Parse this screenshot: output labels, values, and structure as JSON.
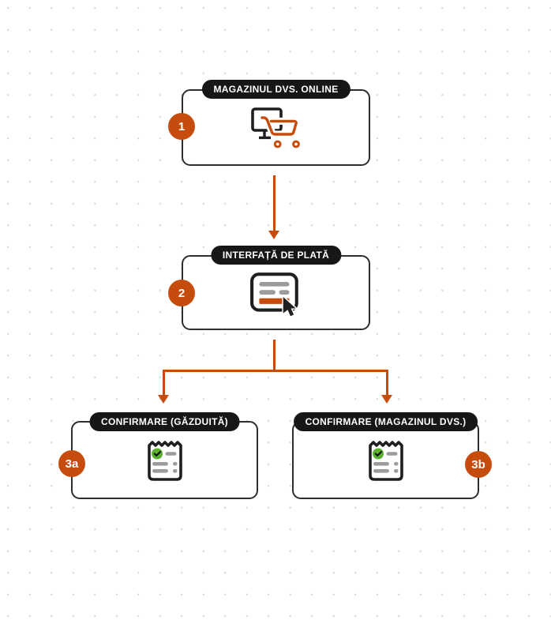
{
  "diagram": {
    "title": "payment-flow-diagram",
    "nodes": [
      {
        "id": "store",
        "badge": "1",
        "label": "MAGAZINUL DVS. ONLINE",
        "icon": "monitor-cart-icon"
      },
      {
        "id": "payment",
        "badge": "2",
        "label": "INTERFAȚĂ DE PLATĂ",
        "icon": "payment-form-cursor-icon"
      },
      {
        "id": "confirm-hosted",
        "badge": "3a",
        "label": "CONFIRMARE (GĂZDUITĂ)",
        "icon": "receipt-check-icon"
      },
      {
        "id": "confirm-store",
        "badge": "3b",
        "label": "CONFIRMARE (MAGAZINUL DVS.)",
        "icon": "receipt-check-icon"
      }
    ],
    "edges": [
      {
        "from": "store",
        "to": "payment"
      },
      {
        "from": "payment",
        "to": "confirm-hosted"
      },
      {
        "from": "payment",
        "to": "confirm-store"
      }
    ],
    "colors": {
      "accent_orange": "#C64C0D",
      "pill_black": "#171717",
      "box_border": "#2E2E2E",
      "icon_ink": "#1F1F1F",
      "bar_gray": "#9C9C9C",
      "check_green": "#5BB12F",
      "dot_gray": "#DCDCDC"
    }
  }
}
